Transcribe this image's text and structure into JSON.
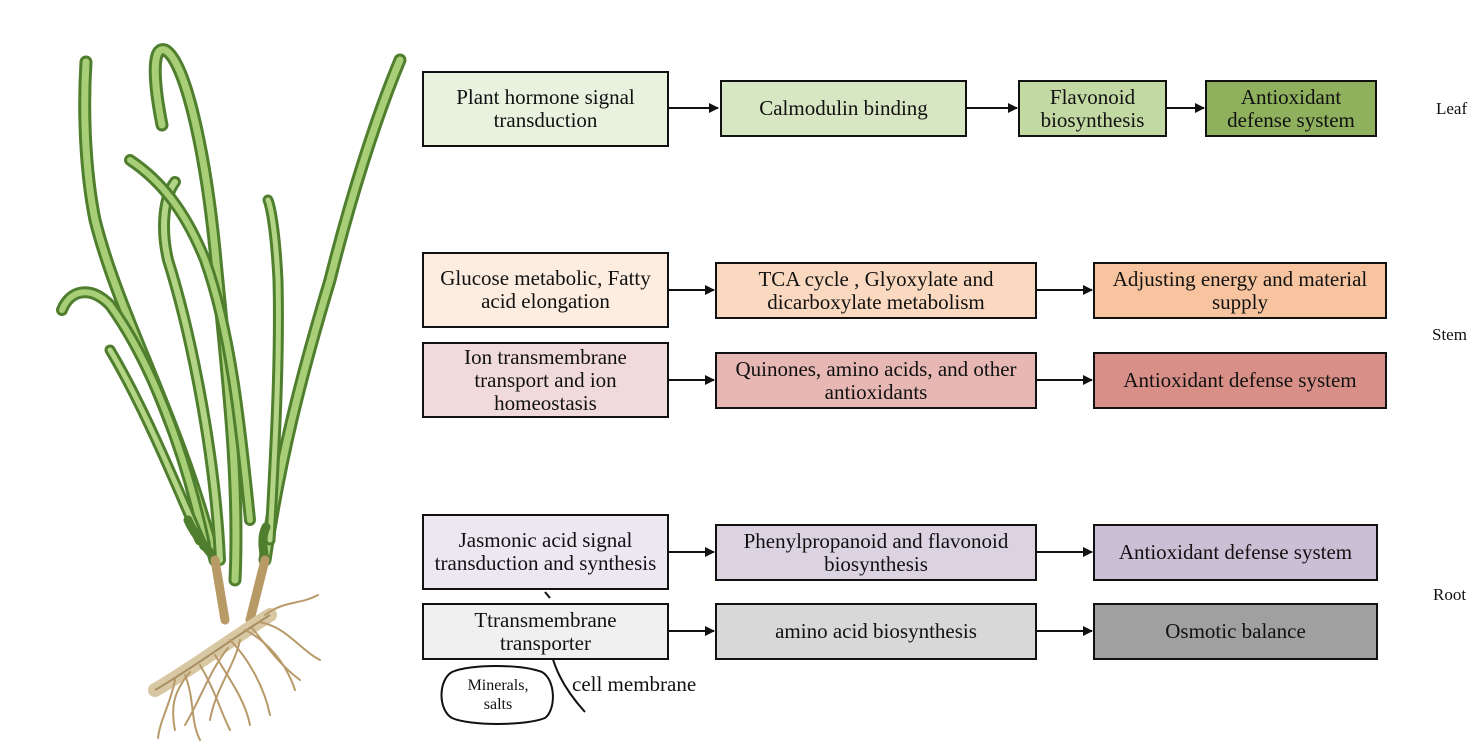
{
  "side_labels": {
    "leaf": "Leaf",
    "stem": "Stem",
    "root": "Root"
  },
  "leaf": {
    "box1": "Plant hormone signal transduction",
    "box2": "Calmodulin binding",
    "box3": "Flavonoid biosynthesis",
    "box4": "Antioxidant defense system"
  },
  "stem": {
    "row1": {
      "box1": "Glucose metabolic, Fatty acid elongation",
      "box2": "TCA cycle , Glyoxylate and dicarboxylate metabolism",
      "box3": "Adjusting energy and material supply"
    },
    "row2": {
      "box1": "Ion transmembrane transport and ion homeostasis",
      "box2": "Quinones, amino acids, and other antioxidants",
      "box3": "Antioxidant defense system"
    }
  },
  "root": {
    "row1": {
      "box1": "Jasmonic acid signal transduction and synthesis",
      "box2": "Phenylpropanoid and flavonoid biosynthesis",
      "box3": "Antioxidant defense system"
    },
    "row2": {
      "box1": "Ttransmembrane transporter",
      "box2": "amino acid biosynthesis",
      "box3": "Osmotic balance"
    }
  },
  "annotations": {
    "minerals": "Minerals, salts",
    "membrane": "cell membrane"
  },
  "colors": {
    "leaf": [
      "#e9f2df",
      "#d7e6c3",
      "#c3d9a3",
      "#8fb15e"
    ],
    "stem_row1": [
      "#fdece0",
      "#fbd9c0",
      "#f7c49f"
    ],
    "stem_row2": [
      "#f1dada",
      "#e6b7b3",
      "#d88f88"
    ],
    "root_row1": [
      "#ede7f1",
      "#dcd3e2",
      "#cbbfd6"
    ],
    "root_row2": [
      "#f0f0f0",
      "#d8d8d8",
      "#a0a0a0"
    ]
  }
}
